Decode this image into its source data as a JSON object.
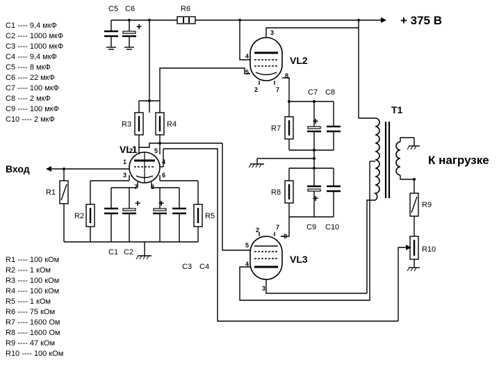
{
  "capacitor_list": [
    "C1 ---- 9,4 мкФ",
    "C2 ---- 1000 мкФ",
    "C3 ---- 1000 мкФ",
    "C4 ---- 9,4 мкФ",
    "C5 ---- 8 мкФ",
    "C6 ---- 22 мкФ",
    "C7 ---- 100 мкФ",
    "C8 ---- 2 мкФ",
    "C9 ---- 100 мкФ",
    "C10 ---- 2 мкФ"
  ],
  "resistor_list": [
    "R1 ---- 100 кОм",
    "R2 ---- 1 кОм",
    "R3 ---- 100 кОм",
    "R4 ---- 100 кОм",
    "R5 ---- 1 кОм",
    "R6 ---- 75 кОм",
    "R7 ---- 1600 Ом",
    "R8 ---- 1600 Ом",
    "R9 ---- 47 кОм",
    "R10 ---- 100 кОм"
  ],
  "supply_label": "+ 375 В",
  "input_label": "Вход",
  "load_label": "К нагрузке",
  "labels": {
    "c5": "C5",
    "c6": "C6",
    "r6": "R6",
    "r3": "R3",
    "r4": "R4",
    "vl1": "VL1",
    "r1": "R1",
    "r2": "R2",
    "r5": "R5",
    "c1": "C1",
    "c2": "C2",
    "c3": "C3",
    "c4": "C4",
    "vl2": "VL2",
    "vl3": "VL3",
    "c7": "C7",
    "c8": "C8",
    "r7": "R7",
    "r8": "R8",
    "c9": "C9",
    "c10": "C10",
    "t1": "T1",
    "r9": "R9",
    "r10": "R10"
  },
  "pins": {
    "vl1_p2": "2",
    "vl1_p5": "5",
    "vl1_p1": "1",
    "vl1_p4": "4",
    "vl1_p3": "3",
    "vl1_p6": "6",
    "vl1_p7": "7",
    "vl1_p8": "8",
    "vl2_p3": "3",
    "vl2_p4": "4",
    "vl2_p5": "5",
    "vl2_p8": "8",
    "vl2_p2": "2",
    "vl2_p7": "7",
    "vl3_p2": "2",
    "vl3_p7": "7",
    "vl3_p8": "8",
    "vl3_p5": "5",
    "vl3_p4": "4",
    "vl3_p3": "3"
  },
  "polarity": {
    "c6": "+",
    "c2": "+",
    "c3": "+",
    "c7": "+",
    "c9": "+"
  }
}
